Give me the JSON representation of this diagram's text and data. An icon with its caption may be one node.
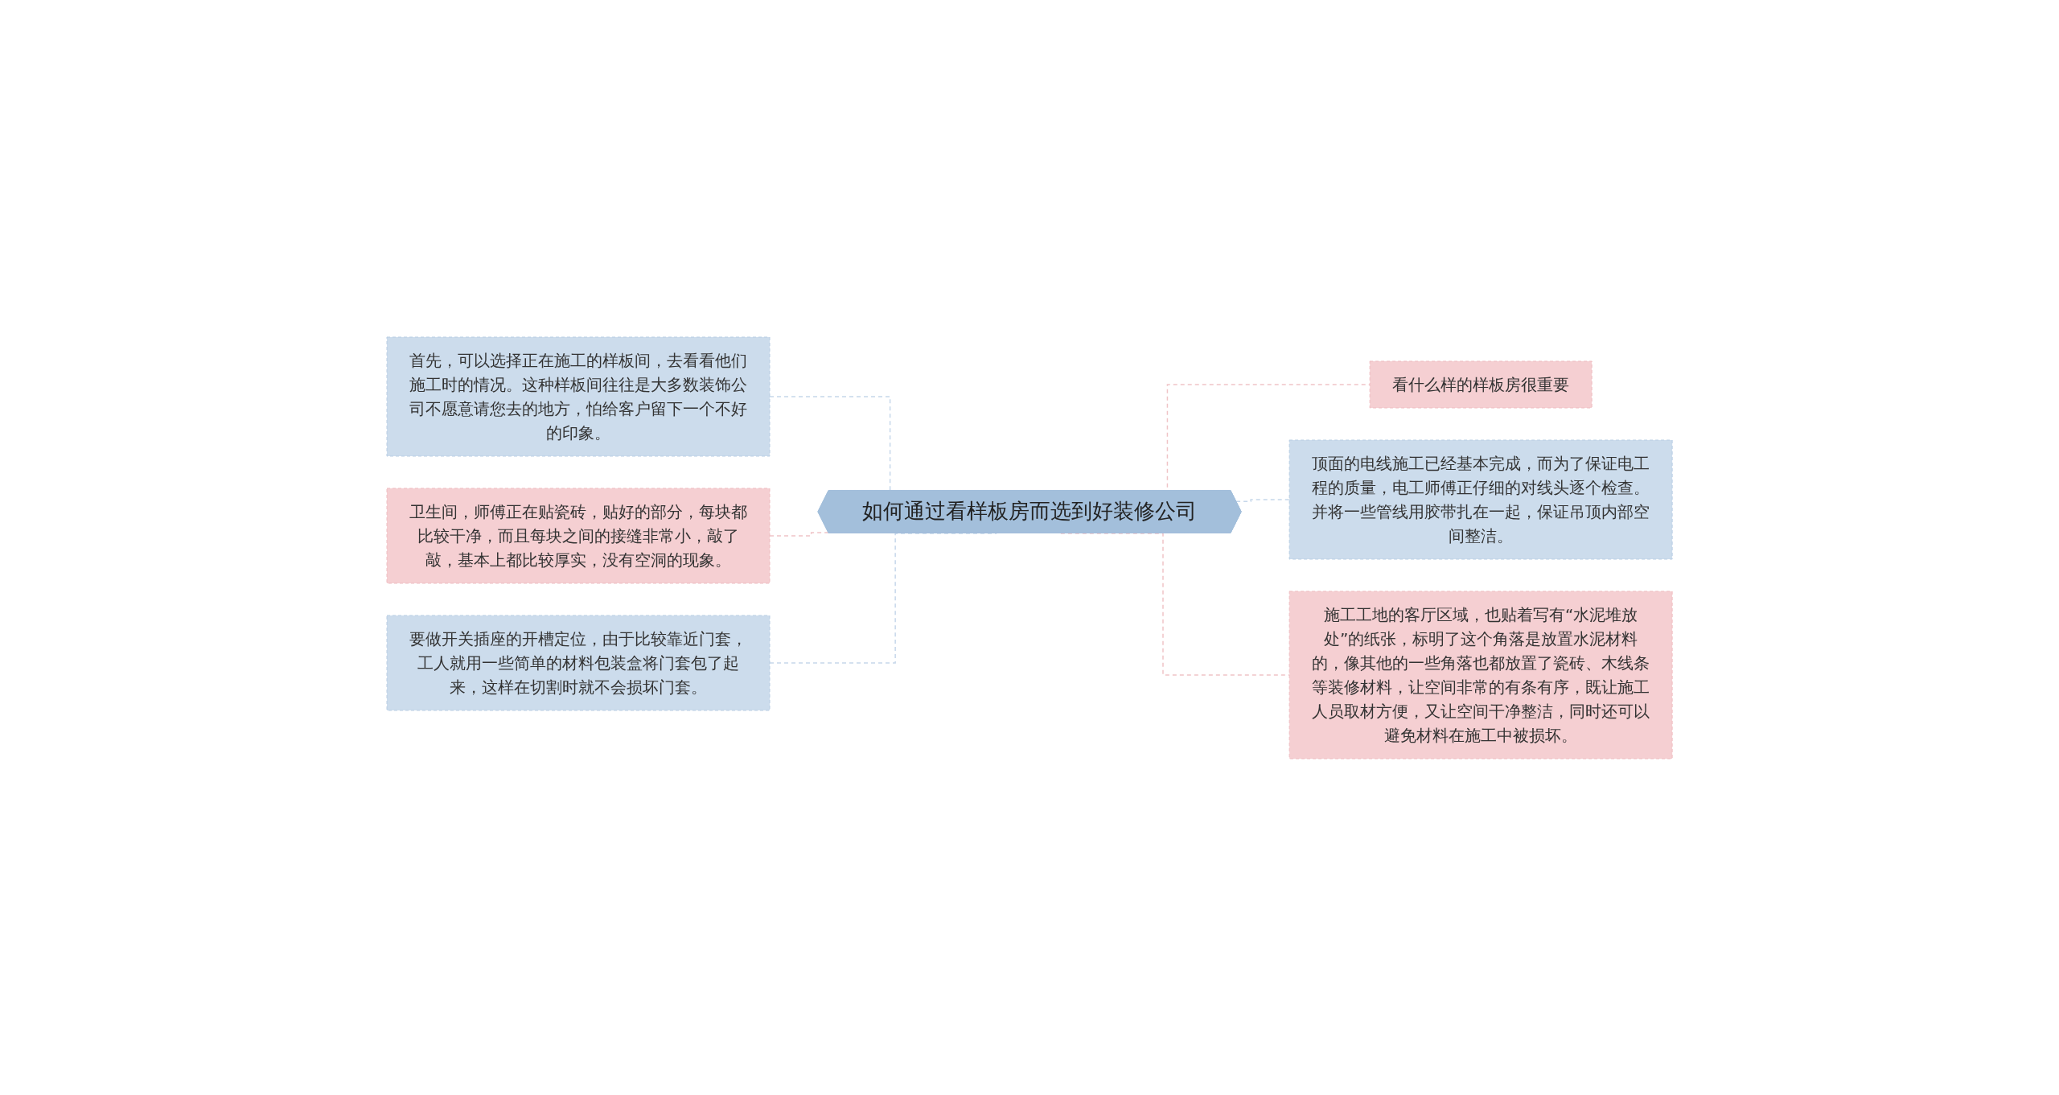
{
  "diagram": {
    "nodes": [
      {
        "text": [
          "如何通过看样板房而选到好装修公司"
        ]
      },
      {
        "text": [
          "首先，可以选择正在施工的样板间，去看看他们施工时的情况。这种样板间往往是大多数装饰公司不愿意请您去的地方，怕给客户留下一个不好的印象。"
        ]
      },
      {
        "text": [
          "卫生间，师傅正在贴瓷砖，贴好的部分，每块都比较干净，而且每块之间的接缝非常小，敲了敲，基本上都比较厚实，没有空洞的现象。"
        ]
      },
      {
        "text": [
          "要做开关插座的开槽定位，由于比较靠近门套，工人就用一些简单的材料包装盒将门套包了起来，这样在切割时就不会损坏门套。"
        ]
      },
      {
        "text": [
          "看什么样的样板房很重要"
        ]
      },
      {
        "text": [
          "顶面的电线施工已经基本完成，而为了保证电工程的质量，电工师傅正仔细的对线头逐个检查。并将一些管线用胶带扎在一起，保证吊顶内部空间整洁。"
        ]
      },
      {
        "text": [
          "施工工地的客厅区域，也贴着写有“水泥堆放处”的纸张，标明了这个角落是放置水泥材料的，像其他的一些角落也都放置了瓷砖、木线条等装修材料，让空间非常的有条有序，既让施工人员取材方便，又让空间干净整洁，同时还可以避免材料在施工中被损坏。"
        ]
      }
    ],
    "edges": [
      {
        "from": 0,
        "to": 1,
        "arrow": "none",
        "style": "dashed",
        "color": "#c6d7ea"
      },
      {
        "from": 0,
        "to": 2,
        "arrow": "none",
        "style": "dashed",
        "color": "#f0c4c7"
      },
      {
        "from": 0,
        "to": 3,
        "arrow": "none",
        "style": "dashed",
        "color": "#c6d7ea"
      },
      {
        "from": 0,
        "to": 4,
        "arrow": "none",
        "style": "dashed",
        "color": "#f0c4c7"
      },
      {
        "from": 0,
        "to": 5,
        "arrow": "none",
        "style": "dashed",
        "color": "#c6d7ea"
      },
      {
        "from": 0,
        "to": 6,
        "arrow": "none",
        "style": "dashed",
        "color": "#f0c4c7"
      }
    ]
  }
}
